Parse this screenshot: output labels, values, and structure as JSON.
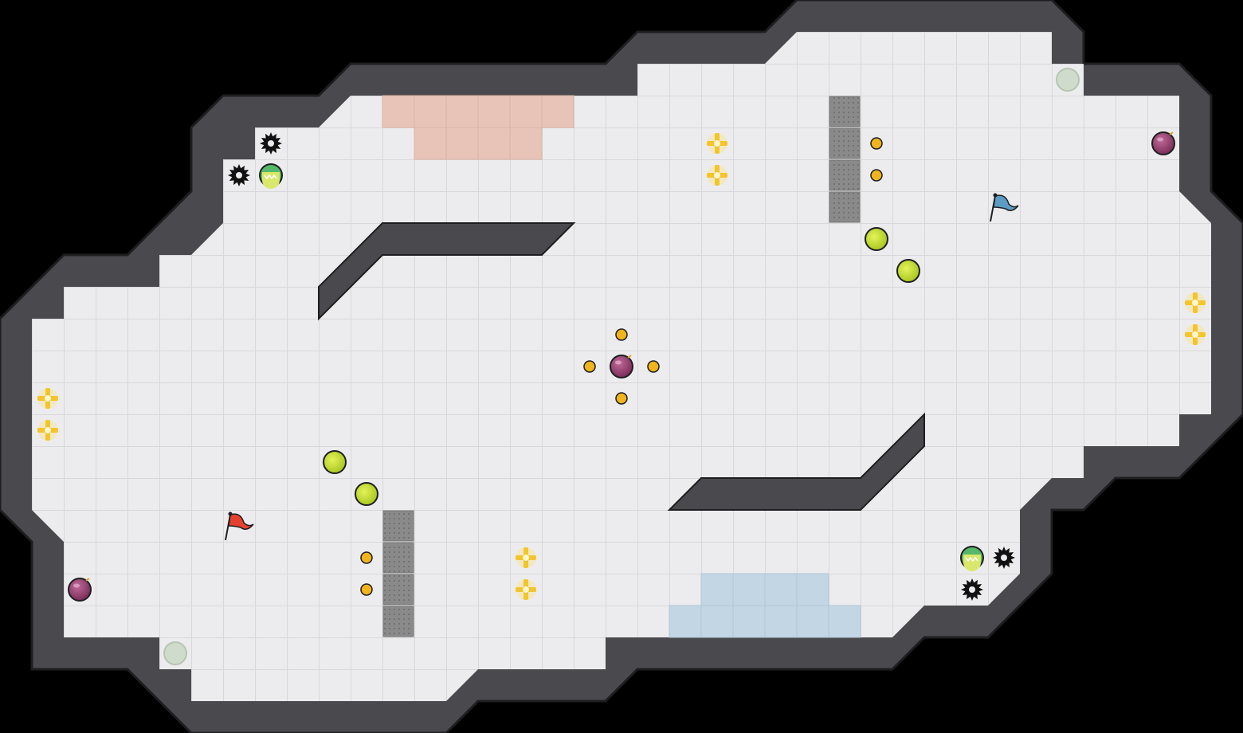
{
  "game": {
    "type": "capture-the-flag-tile-map",
    "grid": {
      "cols": 39,
      "rows": 23,
      "tile": 40
    },
    "colors": {
      "background": "#000000",
      "floor": "#ececee",
      "grid_line": "#d8d8da",
      "wall": "#4a4a4e",
      "wall_outline": "#1e1e20",
      "red_endzone": "#e8c4b8",
      "blue_endzone": "#c3d6e4",
      "gate": "#8a8a8a",
      "boost": "#f3c52b",
      "powerup": "#c6e03a",
      "pellet": "#f0b41c",
      "bomb": "#8a3a66",
      "spike": "#111111",
      "portal": "#cfdccb",
      "red_flag": "#e4412f",
      "blue_flag": "#5a9cc4",
      "neutral_pad": "#55b86a"
    },
    "entities": {
      "red_flag": {
        "col": 7,
        "row": 16
      },
      "blue_flag": {
        "col": 31,
        "row": 6
      },
      "red_endzone_tiles": [
        [
          12,
          3
        ],
        [
          13,
          3
        ],
        [
          14,
          3
        ],
        [
          15,
          3
        ],
        [
          16,
          3
        ],
        [
          17,
          3
        ],
        [
          13,
          4
        ],
        [
          14,
          4
        ],
        [
          15,
          4
        ],
        [
          16,
          4
        ]
      ],
      "blue_endzone_tiles": [
        [
          22,
          18
        ],
        [
          23,
          18
        ],
        [
          24,
          18
        ],
        [
          25,
          18
        ],
        [
          21,
          19
        ],
        [
          22,
          19
        ],
        [
          23,
          19
        ],
        [
          24,
          19
        ],
        [
          25,
          19
        ],
        [
          26,
          19
        ]
      ],
      "gates": [
        [
          26,
          3
        ],
        [
          26,
          4
        ],
        [
          26,
          5
        ],
        [
          26,
          6
        ],
        [
          12,
          16
        ],
        [
          12,
          17
        ],
        [
          12,
          18
        ],
        [
          12,
          19
        ]
      ],
      "boosts": [
        [
          22,
          4
        ],
        [
          22,
          5
        ],
        [
          37,
          9
        ],
        [
          37,
          10
        ],
        [
          1,
          12
        ],
        [
          1,
          13
        ],
        [
          16,
          17
        ],
        [
          16,
          18
        ]
      ],
      "powerups": [
        [
          27,
          7
        ],
        [
          28,
          8
        ],
        [
          10,
          14
        ],
        [
          11,
          15
        ]
      ],
      "pellets": [
        [
          27,
          4
        ],
        [
          27,
          5
        ],
        [
          19,
          10
        ],
        [
          18,
          11
        ],
        [
          20,
          11
        ],
        [
          19,
          12
        ],
        [
          11,
          17
        ],
        [
          11,
          18
        ]
      ],
      "bombs": [
        [
          19,
          11
        ],
        [
          36,
          4
        ],
        [
          2,
          18
        ]
      ],
      "spikes": [
        [
          8,
          4
        ],
        [
          7,
          5
        ],
        [
          31,
          17
        ],
        [
          30,
          18
        ]
      ],
      "neutral_pads": [
        [
          8,
          5
        ],
        [
          30,
          17
        ]
      ],
      "portals": [
        [
          33,
          2
        ],
        [
          5,
          20
        ]
      ]
    }
  }
}
